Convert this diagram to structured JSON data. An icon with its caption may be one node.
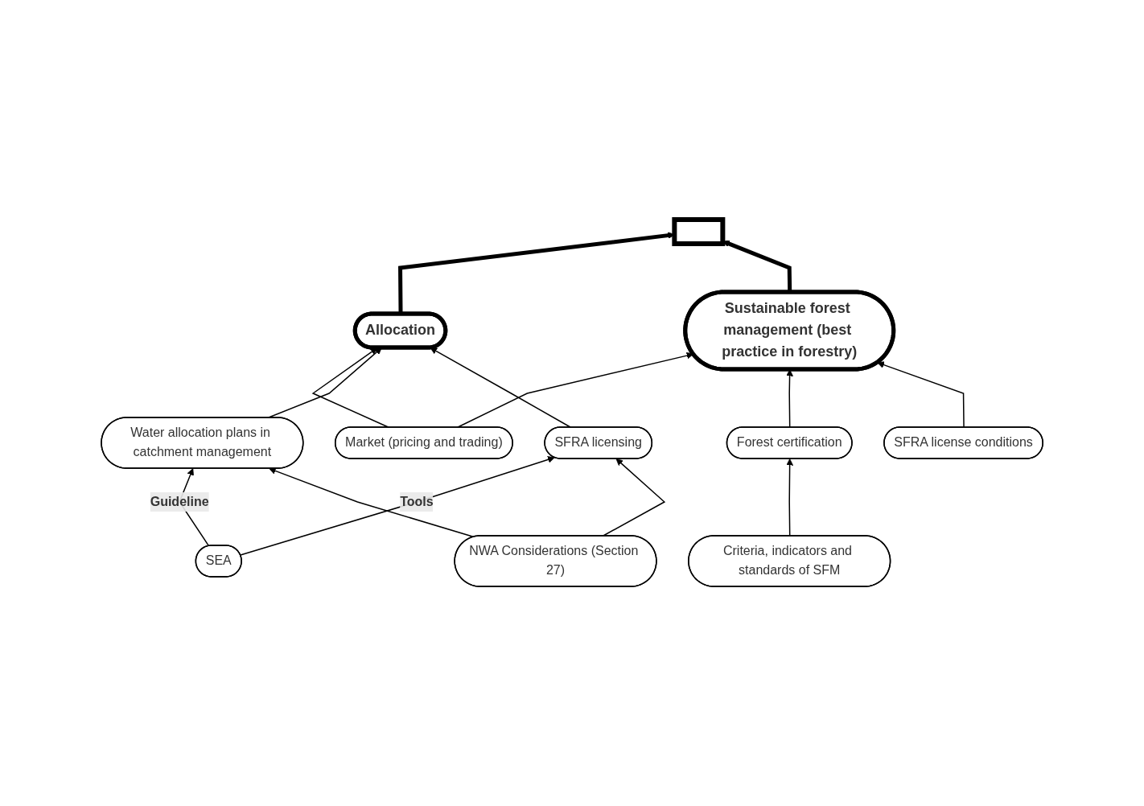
{
  "diagram": {
    "nodes": [
      {
        "text": [],
        "shape": "box"
      },
      {
        "text": [
          "Allocation"
        ]
      },
      {
        "text": [
          "Sustainable forest management (best practice in forestry)"
        ]
      },
      {
        "text": [
          "Market (pricing and trading)"
        ]
      },
      {
        "text": [
          "Water allocation plans in catchment management"
        ]
      },
      {
        "text": [
          "SFRA licensing"
        ]
      },
      {
        "text": [
          "Forest certification"
        ]
      },
      {
        "text": [
          "SFRA license conditions"
        ]
      },
      {
        "text": [
          "SEA"
        ]
      },
      {
        "text": [
          "NWA Considerations (Section 27)"
        ]
      },
      {
        "text": [
          "Criteria, indicators and standards of SFM"
        ]
      }
    ],
    "edges": [
      {
        "from": 1,
        "to": 0,
        "arrow": "to",
        "style": "thick"
      },
      {
        "from": 2,
        "to": 0,
        "arrow": "to",
        "style": "thick"
      },
      {
        "from": 3,
        "to": 1,
        "arrow": "to"
      },
      {
        "from": 3,
        "to": 2,
        "arrow": "to"
      },
      {
        "from": 4,
        "to": 1,
        "arrow": "to"
      },
      {
        "from": 5,
        "to": 1,
        "arrow": "to"
      },
      {
        "from": 6,
        "to": 2,
        "arrow": "to"
      },
      {
        "from": 7,
        "to": 2,
        "arrow": "to"
      },
      {
        "from": 8,
        "to": 4,
        "label": "Guideline",
        "arrow": "to"
      },
      {
        "from": 8,
        "to": 5,
        "label": "Tools",
        "arrow": "to"
      },
      {
        "from": 9,
        "to": 4,
        "arrow": "to"
      },
      {
        "from": 9,
        "to": 5,
        "arrow": "to"
      },
      {
        "from": 10,
        "to": 6,
        "arrow": "to"
      }
    ]
  }
}
